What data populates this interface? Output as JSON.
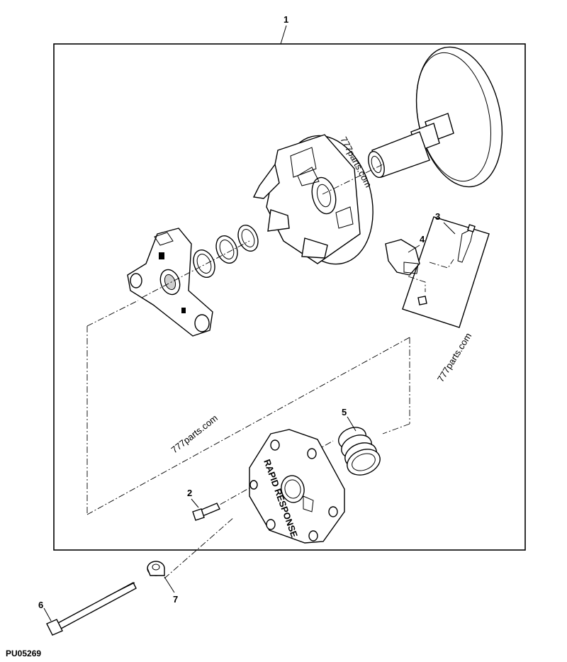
{
  "figure_id": "PU05269",
  "watermarks": [
    "777parts.com",
    "777parts.com",
    "777parts.com"
  ],
  "embossed_text": "RAPID RESPONSE",
  "callouts": [
    {
      "number": "1"
    },
    {
      "number": "2"
    },
    {
      "number": "3"
    },
    {
      "number": "4"
    },
    {
      "number": "5"
    },
    {
      "number": "6"
    },
    {
      "number": "7"
    }
  ]
}
